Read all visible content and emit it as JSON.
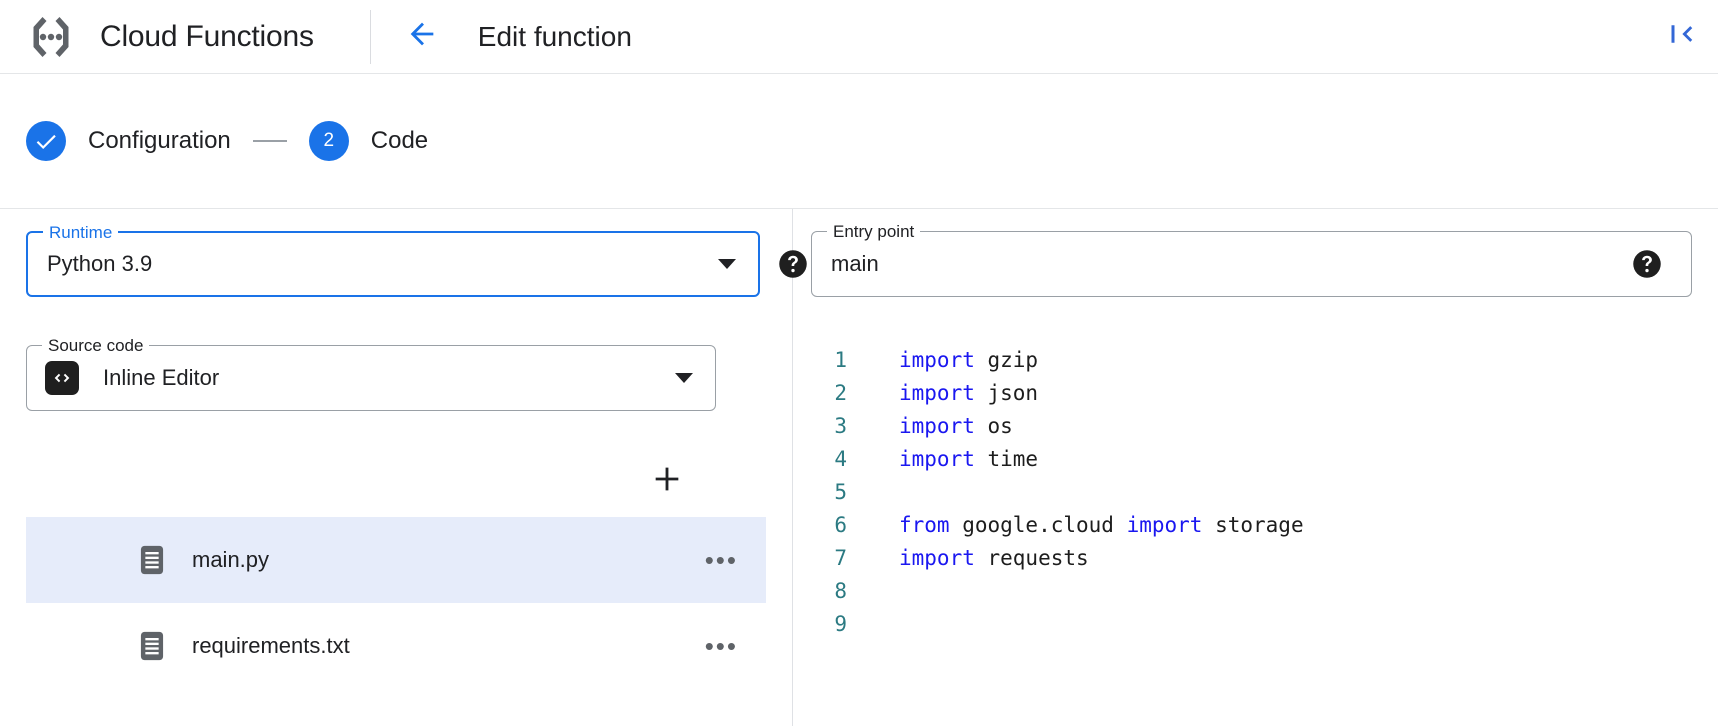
{
  "appbar": {
    "logo_icon": "cloud-functions-logo",
    "brand_title": "Cloud Functions",
    "back_icon": "arrow-left-icon",
    "page_title": "Edit function",
    "collapse_icon": "collapse-panel-icon"
  },
  "stepper": {
    "steps": [
      {
        "marker": "✓",
        "label": "Configuration",
        "state": "complete"
      },
      {
        "marker": "2",
        "label": "Code",
        "state": "active"
      }
    ],
    "connector": "—",
    "accent_color": "#1a73e8"
  },
  "form": {
    "runtime": {
      "label": "Runtime",
      "value": "Python 3.9",
      "focused": true,
      "dropdown_icon": "chevron-down-icon",
      "help_icon": "help-icon"
    },
    "entry_point": {
      "label": "Entry point",
      "value": "main",
      "placeholder": "Entry point",
      "focused": false,
      "help_icon": "help-icon"
    },
    "source_code": {
      "label": "Source code",
      "value": "Inline Editor",
      "leading_icon": "code-brackets-icon",
      "dropdown_icon": "chevron-down-icon"
    }
  },
  "files": {
    "add_icon": "plus-icon",
    "more_glyph": "•••",
    "items": [
      {
        "name": "main.py",
        "icon": "file-document-icon",
        "selected": true
      },
      {
        "name": "requirements.txt",
        "icon": "file-document-icon",
        "selected": false
      }
    ]
  },
  "editor": {
    "lines": [
      {
        "n": "1",
        "tokens": [
          {
            "t": "import",
            "c": "kw"
          },
          {
            "t": " gzip",
            "c": "id"
          }
        ]
      },
      {
        "n": "2",
        "tokens": [
          {
            "t": "import",
            "c": "kw"
          },
          {
            "t": " json",
            "c": "id"
          }
        ]
      },
      {
        "n": "3",
        "tokens": [
          {
            "t": "import",
            "c": "kw"
          },
          {
            "t": " os",
            "c": "id"
          }
        ]
      },
      {
        "n": "4",
        "tokens": [
          {
            "t": "import",
            "c": "kw"
          },
          {
            "t": " time",
            "c": "id"
          }
        ]
      },
      {
        "n": "5",
        "tokens": []
      },
      {
        "n": "6",
        "tokens": [
          {
            "t": "from",
            "c": "kw"
          },
          {
            "t": " google.cloud ",
            "c": "id"
          },
          {
            "t": "import",
            "c": "kw"
          },
          {
            "t": " storage",
            "c": "id"
          }
        ]
      },
      {
        "n": "7",
        "tokens": [
          {
            "t": "import",
            "c": "kw"
          },
          {
            "t": " requests",
            "c": "id"
          }
        ]
      },
      {
        "n": "8",
        "tokens": []
      },
      {
        "n": "9",
        "tokens": []
      }
    ],
    "keyword_color": "#1a17f0",
    "linenumber_color": "#2b7a82"
  }
}
